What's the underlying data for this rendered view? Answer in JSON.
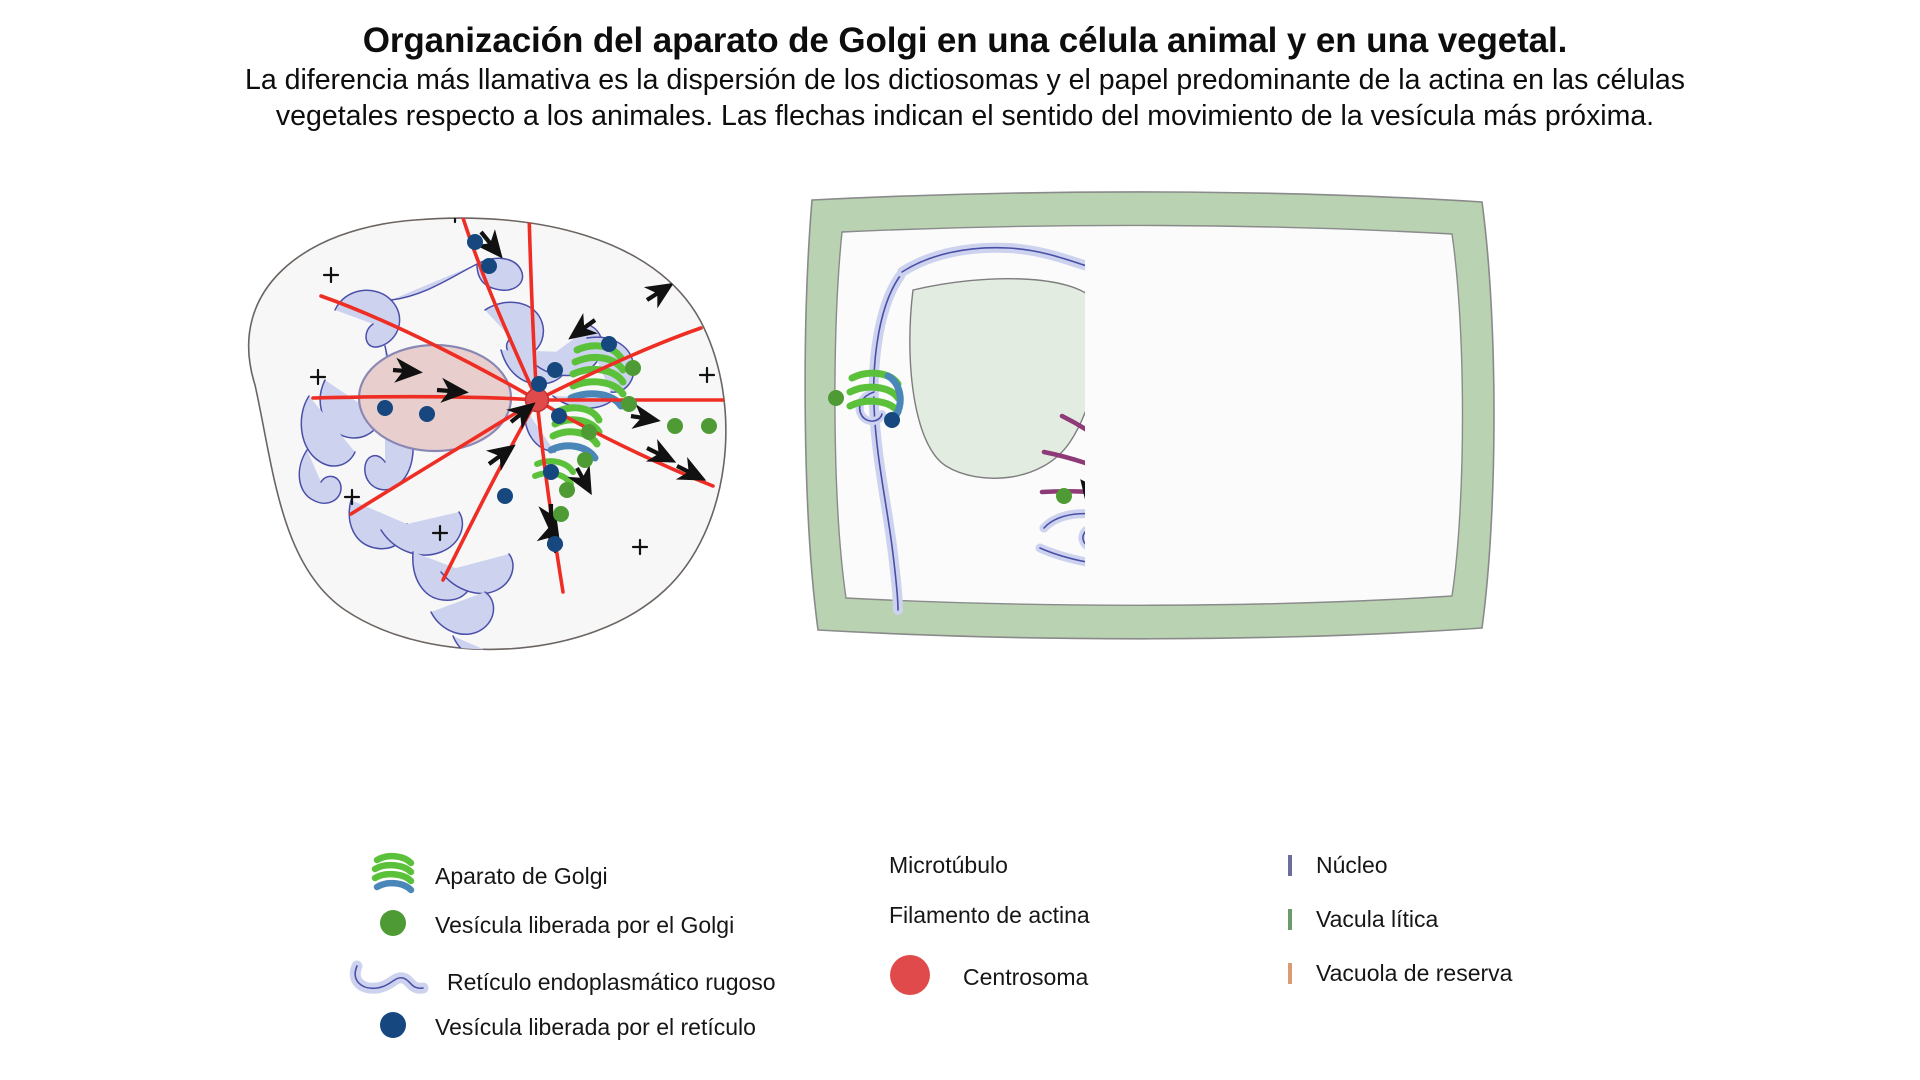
{
  "heading": {
    "title": "Organización del aparato de Golgi en una célula animal y en una vegetal.",
    "subtitle": "La diferencia más llamativa es la dispersión de los dictiosomas y el papel predominante de la actina en las células vegetales respecto a los animales. Las flechas indican el sentido del movimiento de la vesícula más próxima."
  },
  "figure": {
    "animal_cell_name": "célula animal",
    "plant_cell_name": "célula vegetal",
    "plus_marker": "+"
  },
  "colors": {
    "microtubule_red": "#ee2e24",
    "centrosome_red": "#e04a4a",
    "actin_purple": "#8e3a78",
    "golgi_green": "#5cc13a",
    "golgi_base_blue": "#4a86b8",
    "golgi_vesicle_green": "#4e9b35",
    "er_fill": "#cdd3ef",
    "er_stroke": "#4a4fa8",
    "er_vesicle_blue": "#16477e",
    "nucleus_fill_animal": "#e8cfcd",
    "nucleus_fill_plant": "#e3cdd0",
    "nucleus_stroke": "#8b87b5",
    "lytic_vacuole": "#e3ece1",
    "reserve_vacuole": "#f6b68f",
    "cell_wall": "#b9d2b2",
    "cytoplasm": "#f7f7f7"
  },
  "legend": {
    "columns": [
      {
        "id": "col-organelles",
        "items": [
          {
            "id": "aparato-de-golgi",
            "label": "Aparato de Golgi",
            "icon": "golgi-stack-icon"
          },
          {
            "id": "vesicula-golgi",
            "label": "Vesícula liberada por el Golgi",
            "icon": "green-vesicle-icon"
          },
          {
            "id": "reticulo-endoplasmatico",
            "label": "Retículo endoplasmático rugoso",
            "icon": "er-tubule-icon"
          },
          {
            "id": "vesicula-reticulo",
            "label": "Vesícula liberada por el retículo",
            "icon": "blue-vesicle-icon"
          }
        ]
      },
      {
        "id": "col-cytoskeleton",
        "items": [
          {
            "id": "microtubulo",
            "label": "Microtúbulo",
            "icon": "red-line-icon"
          },
          {
            "id": "filamento-de-actina",
            "label": "Filamento de actina",
            "icon": "purple-line-icon"
          },
          {
            "id": "centrosoma",
            "label": "Centrosoma",
            "icon": "centrosome-icon"
          }
        ]
      },
      {
        "id": "col-compartments",
        "items": [
          {
            "id": "nucleo",
            "label": "Núcleo",
            "icon": "nucleus-swatch-icon"
          },
          {
            "id": "vacula-litica",
            "label": "Vacula lítica",
            "icon": "lytic-vacuole-swatch-icon"
          },
          {
            "id": "vacuola-de-reserva",
            "label": "Vacuola de reserva",
            "icon": "reserve-vacuole-swatch-icon"
          }
        ]
      }
    ]
  }
}
